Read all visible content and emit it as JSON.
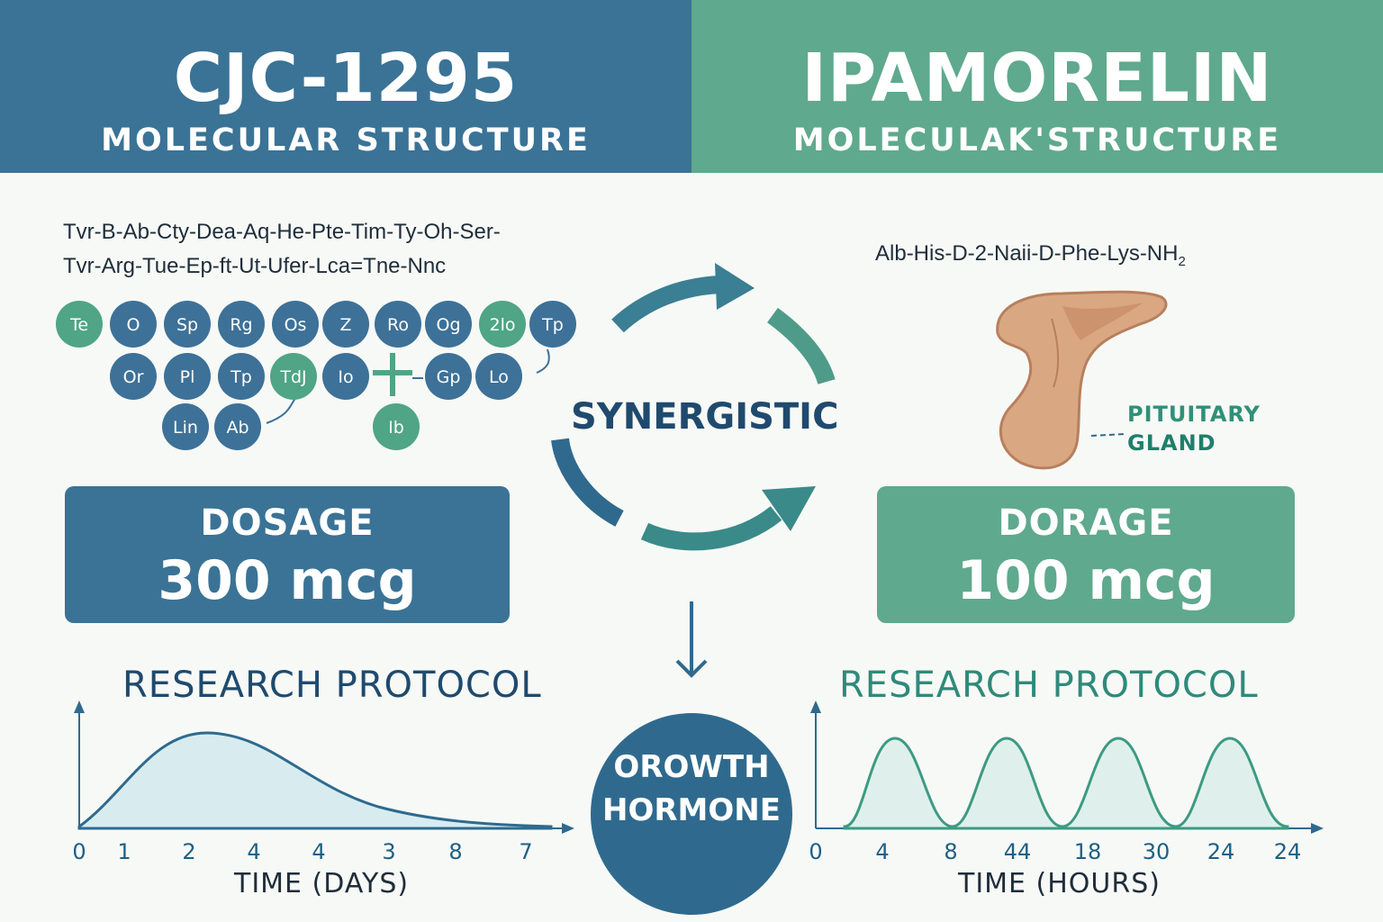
{
  "colors": {
    "blue": "#3a7396",
    "dark_blue": "#2f6a8e",
    "green": "#5fa98e",
    "bright_green": "#4fa586",
    "circle_blue": "#3d7198",
    "teal_text": "#2f8a7a",
    "curve_fill": "#d8ecf0"
  },
  "left": {
    "title": "CJC-1295",
    "subtitle": "MOLECULAR STRUCTURE",
    "sequence_line1": "Tvr-B-Ab-Cty-Dea-Aq-He-Pte-Tim-Ty-Oh-Ser-",
    "sequence_line2": "Tvr-Arg-Tue-Ep-ft-Ut-Ufer-Lca=Tne-Nnc",
    "residues_row1": [
      "Te",
      "O",
      "Sp",
      "Rg",
      "Os",
      "Z",
      "Ro",
      "Og",
      "2lo",
      "Tp"
    ],
    "residues_row2": [
      "Or",
      "Pl",
      "Tp",
      "TdJ",
      "Io",
      "Gp",
      "Lo"
    ],
    "residues_row3": [
      "Lin",
      "Ab",
      "Ib"
    ],
    "dosage_label": "DOSAGE",
    "dosage_value": "300 mcg",
    "protocol_title": "RESEARCH PROTOCOL",
    "axis_title": "TIME (DAYS)",
    "ticks": [
      "0",
      "1",
      "2",
      "4",
      "4",
      "3",
      "8",
      "7"
    ]
  },
  "right": {
    "title": "IPAMORELIN",
    "subtitle": "MOLECULAK'STRUCTURE",
    "sequence": "Alb-His-D-2-Naii-D-Phe-Lys-NH",
    "sequence_sub": "2",
    "pituitary_line1": "PITUITARY",
    "pituitary_line2": "GLAND",
    "dosage_label": "DORAGE",
    "dosage_value": "100 mcg",
    "protocol_title": "RESEARCH PROTOCOL",
    "axis_title": "TIME (HOURS)",
    "ticks": [
      "0",
      "4",
      "8",
      "44",
      "18",
      "30",
      "24",
      "24"
    ]
  },
  "center": {
    "cycle_label": "SYNERGISTIC",
    "result_line1": "OROWTH",
    "result_line2": "HORMONE"
  },
  "icons": {
    "cycle": "synergy-cycle-arrows-icon",
    "down_arrow": "down-arrow-icon",
    "pituitary": "pituitary-gland-icon"
  }
}
